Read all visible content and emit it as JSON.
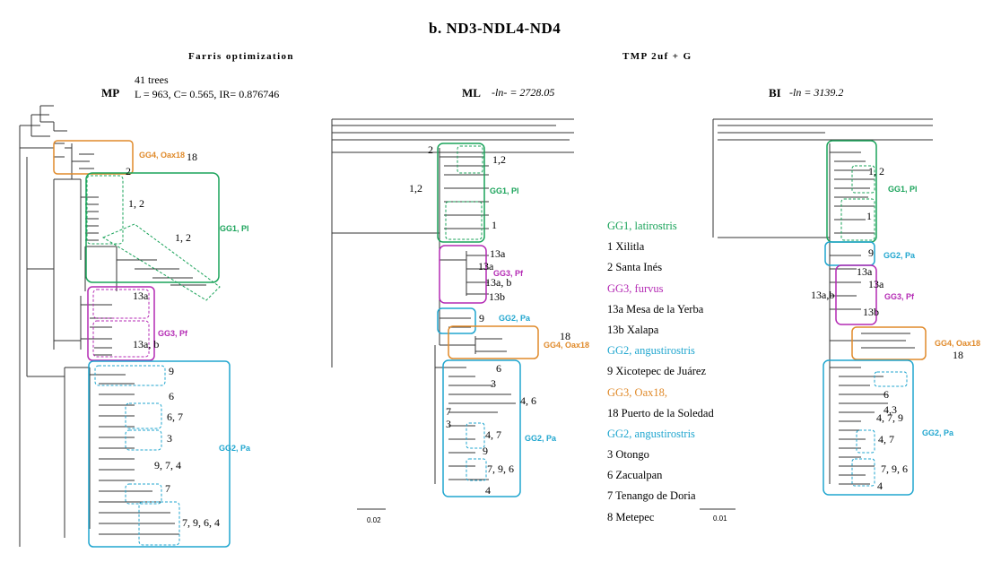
{
  "figure_title": "b. ND3-NDL4-ND4",
  "section_left": "Farris optimization",
  "section_right": "TMP 2uf + G",
  "mp": {
    "label": "MP",
    "trees": "41 trees",
    "stats": "L = 963, C= 0.565, IR= 0.876746"
  },
  "ml": {
    "label": "ML",
    "score": "-ln- = 2728.05",
    "scale": "0.02"
  },
  "bi": {
    "label": "BI",
    "score": "-ln = 3139.2",
    "scale": "0.01"
  },
  "legend": [
    {
      "text": "GG1, latirostris",
      "color": "#1aa35a",
      "italic": true
    },
    {
      "text": "1 Xilitla",
      "color": "#000000"
    },
    {
      "text": "2 Santa Inés",
      "color": "#000000"
    },
    {
      "text": "GG3, furvus",
      "color": "#b42ab4",
      "italic": true
    },
    {
      "text": "13a  Mesa de la Yerba",
      "color": "#000000"
    },
    {
      "text": "13b   Xalapa",
      "color": "#000000"
    },
    {
      "text": "GG2, angustirostris",
      "color": "#20a6cf",
      "italic": true
    },
    {
      "text": "9 Xicotepec de Juárez",
      "color": "#000000"
    },
    {
      "text": "GG3, Oax18,",
      "color": "#e08a2a",
      "italic": true
    },
    {
      "text": "18 Puerto de la Soledad",
      "color": "#000000"
    },
    {
      "text": "GG2, angustirostris",
      "color": "#20a6cf",
      "italic": true
    },
    {
      "text": "3 Otongo",
      "color": "#000000"
    },
    {
      "text": "6 Zacualpan",
      "color": "#000000"
    },
    {
      "text": "7 Tenango de Doria",
      "color": "#000000"
    },
    {
      "text": "8 Metepec",
      "color": "#000000"
    }
  ],
  "group_labels": {
    "gg1": "GG1, Pl",
    "gg2": "GG2, Pa",
    "gg3": "GG3, Pf",
    "gg4": "GG4, Oax18"
  },
  "mp_labels": [
    "18",
    "2",
    "1, 2",
    "1, 2",
    "13a",
    "13a, b",
    "9",
    "6",
    "6, 7",
    "3",
    "9, 7, 4",
    "7",
    "7, 9, 6, 4"
  ],
  "ml_labels": [
    "2",
    "1,2",
    "1,2",
    "1",
    "13a",
    "13a",
    "13a, b",
    "13b",
    "9",
    "18",
    "6",
    "3",
    "4, 6",
    "7",
    "3",
    "4, 7",
    "9",
    "7, 9, 6",
    "4"
  ],
  "bi_labels": [
    "1, 2",
    "1",
    "9",
    "13a",
    "13a",
    "13a,b",
    "13b",
    "18",
    "6",
    "4,3",
    "4, 7, 9",
    "4, 7",
    "7, 9, 6",
    "4"
  ],
  "colors": {
    "gg1": "#1aa35a",
    "gg2": "#20a6cf",
    "gg3": "#b42ab4",
    "gg4": "#e08a2a",
    "tree": "#333333"
  }
}
